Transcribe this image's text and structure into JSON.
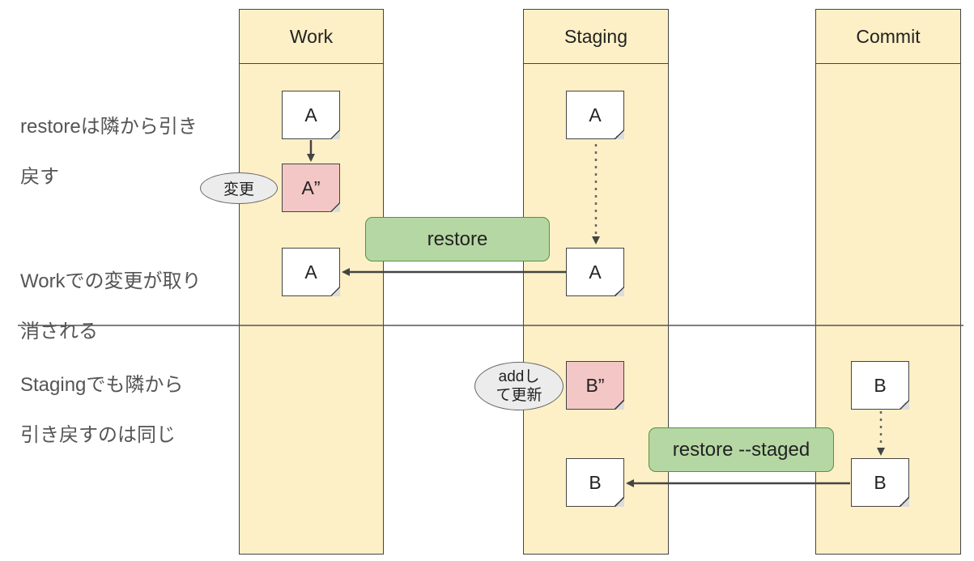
{
  "lanes": {
    "work": "Work",
    "staging": "Staging",
    "commit": "Commit"
  },
  "descriptions": {
    "restore_line1": "restoreは隣から引き",
    "restore_line2": "戻す",
    "work_line1": "Workでの変更が取り",
    "work_line2": "消される",
    "staging_line1": "Stagingでも隣から",
    "staging_line2": "引き戻すのは同じ"
  },
  "files": {
    "work_a_top": "A",
    "work_a_modified": "A”",
    "work_a_restored": "A",
    "staging_a_top": "A",
    "staging_a_bottom": "A",
    "staging_b_modified": "B”",
    "staging_b_restored": "B",
    "commit_b_top": "B",
    "commit_b_bottom": "B"
  },
  "commands": {
    "restore": "restore",
    "restore_staged": "restore --staged"
  },
  "bubbles": {
    "change": "変更",
    "add_line1": "addし",
    "add_line2": "て更新"
  },
  "colors": {
    "lane_fill": "#fdf0c6",
    "modified_note": "#f3c7c6",
    "command_fill": "#b5d7a3",
    "bubble_fill": "#ececec"
  }
}
